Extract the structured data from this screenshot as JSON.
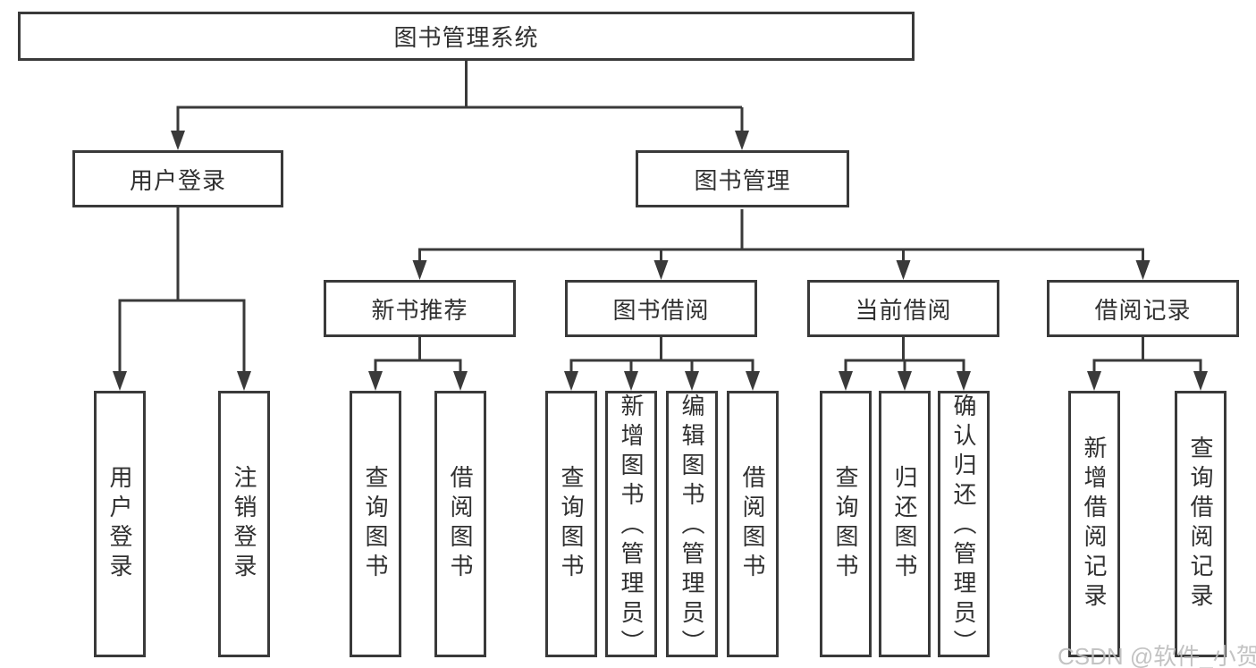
{
  "colors": {
    "line": "#3a3a3a",
    "text": "#303030",
    "watermark": "#bdbdbd",
    "background": "#ffffff"
  },
  "watermark": {
    "text": "CSDN @软件_小贺同学"
  },
  "tree": {
    "root": {
      "label": "图书管理系统"
    },
    "branches": [
      {
        "label": "用户登录",
        "children": [
          {
            "label": "用户登录"
          },
          {
            "label": "注销登录"
          }
        ]
      },
      {
        "label": "图书管理",
        "groups": [
          {
            "label": "新书推荐",
            "children": [
              {
                "label": "查询图书"
              },
              {
                "label": "借阅图书"
              }
            ]
          },
          {
            "label": "图书借阅",
            "children": [
              {
                "label": "查询图书"
              },
              {
                "label": "新增图书（管理员）"
              },
              {
                "label": "编辑图书（管理员）"
              },
              {
                "label": "借阅图书"
              }
            ]
          },
          {
            "label": "当前借阅",
            "children": [
              {
                "label": "查询图书"
              },
              {
                "label": "归还图书"
              },
              {
                "label": "确认归还（管理员）"
              }
            ]
          },
          {
            "label": "借阅记录",
            "children": [
              {
                "label": "新增借阅记录"
              },
              {
                "label": "查询借阅记录"
              }
            ]
          }
        ]
      }
    ]
  }
}
